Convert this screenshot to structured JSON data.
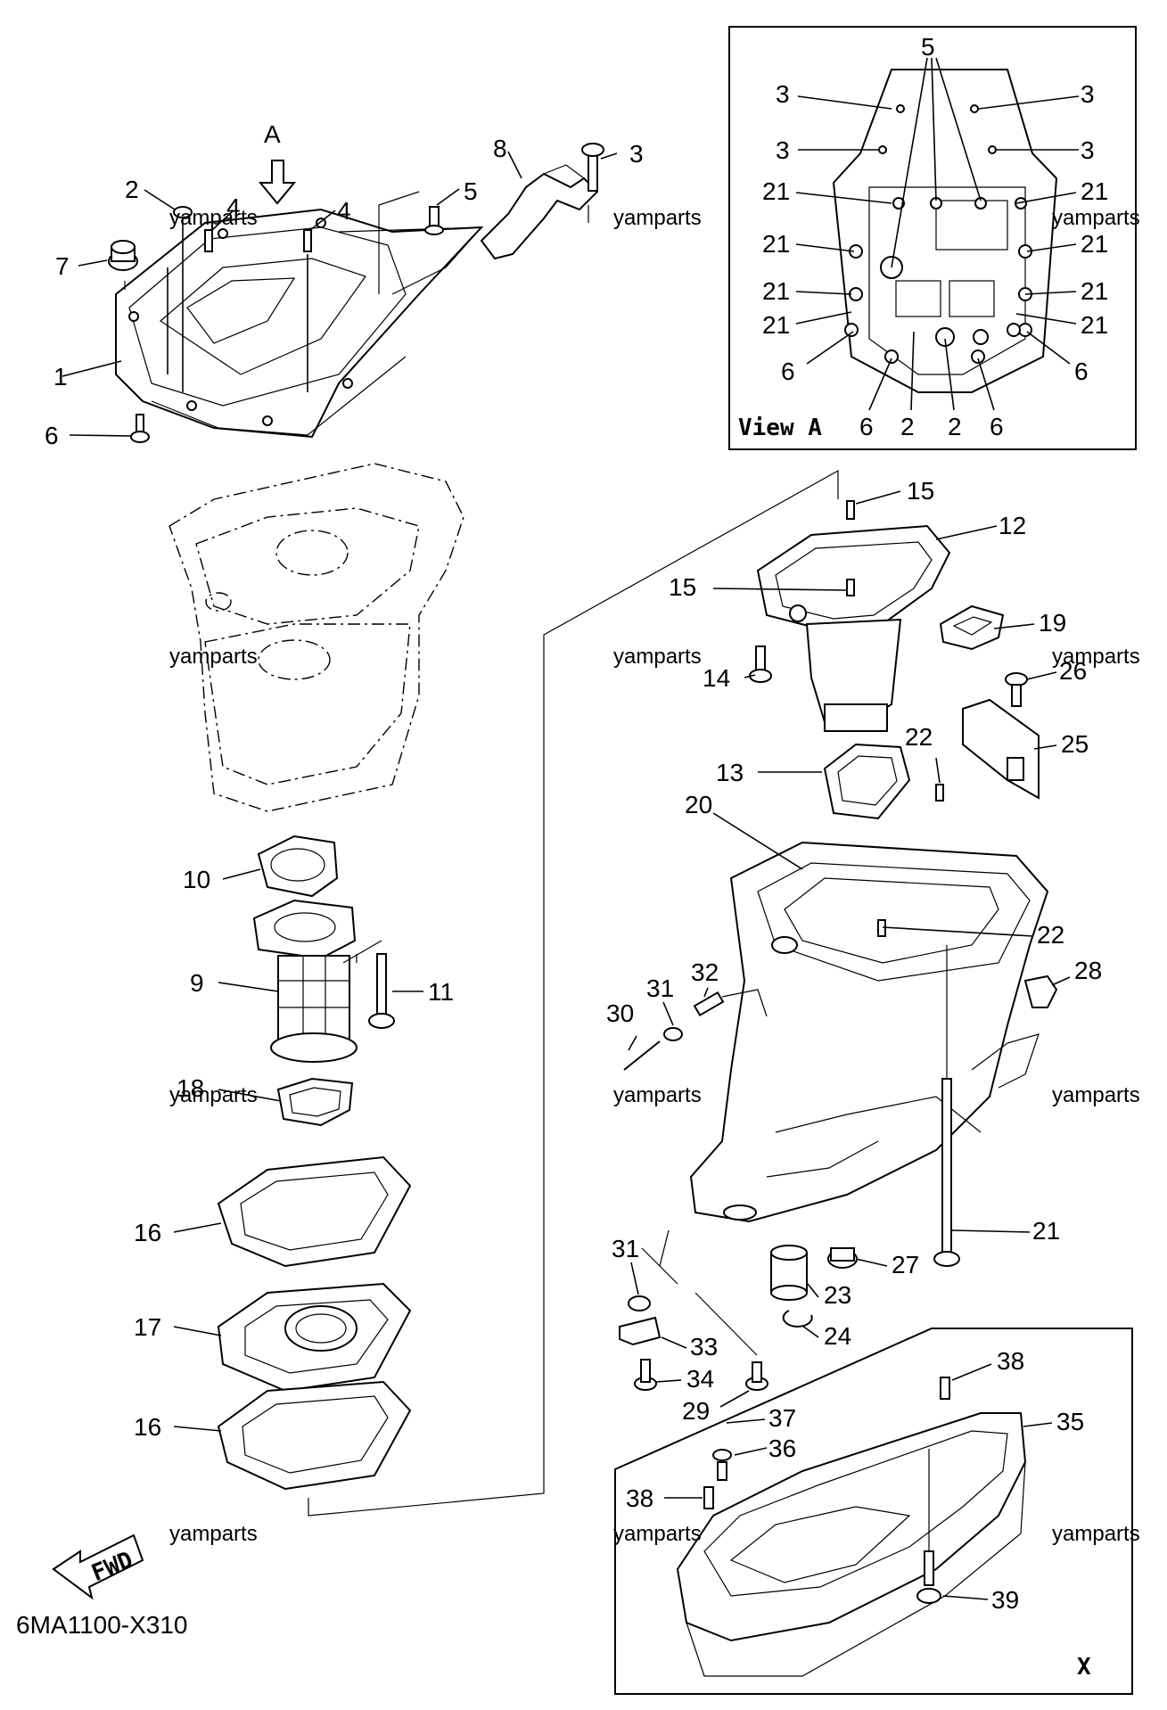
{
  "diagram": {
    "part_code": "6MA1100-X310",
    "arrow_a_label": "A",
    "view_a_caption": "View A",
    "box_x_caption": "X",
    "fwd_label": "FWD",
    "watermark": "yamparts"
  },
  "callouts": {
    "c1": "1",
    "c2": "2",
    "c3": "3",
    "c4a": "4",
    "c4b": "4",
    "c5": "5",
    "c6": "6",
    "c7": "7",
    "c8": "8",
    "c9": "9",
    "c10": "10",
    "c11": "11",
    "c12": "12",
    "c13": "13",
    "c14": "14",
    "c15a": "15",
    "c15b": "15",
    "c16a": "16",
    "c16b": "16",
    "c17": "17",
    "c18": "18",
    "c19": "19",
    "c20": "20",
    "c21": "21",
    "c22a": "22",
    "c22b": "22",
    "c23": "23",
    "c24": "24",
    "c25": "25",
    "c26": "26",
    "c27": "27",
    "c28": "28",
    "c29": "29",
    "c30": "30",
    "c31a": "31",
    "c31b": "31",
    "c32": "32",
    "c33": "33",
    "c34": "34",
    "c35": "35",
    "c36": "36",
    "c37": "37",
    "c38a": "38",
    "c38b": "38",
    "c39": "39"
  },
  "view_a_callouts": {
    "v5": "5",
    "v3a": "3",
    "v3b": "3",
    "v3c": "3",
    "v3d": "3",
    "v21a": "21",
    "v21b": "21",
    "v21c": "21",
    "v21d": "21",
    "v21e": "21",
    "v21f": "21",
    "v21g": "21",
    "v21h": "21",
    "v6a": "6",
    "v6b": "6",
    "v6c": "6",
    "v6d": "6",
    "v2a": "2",
    "v2b": "2"
  }
}
